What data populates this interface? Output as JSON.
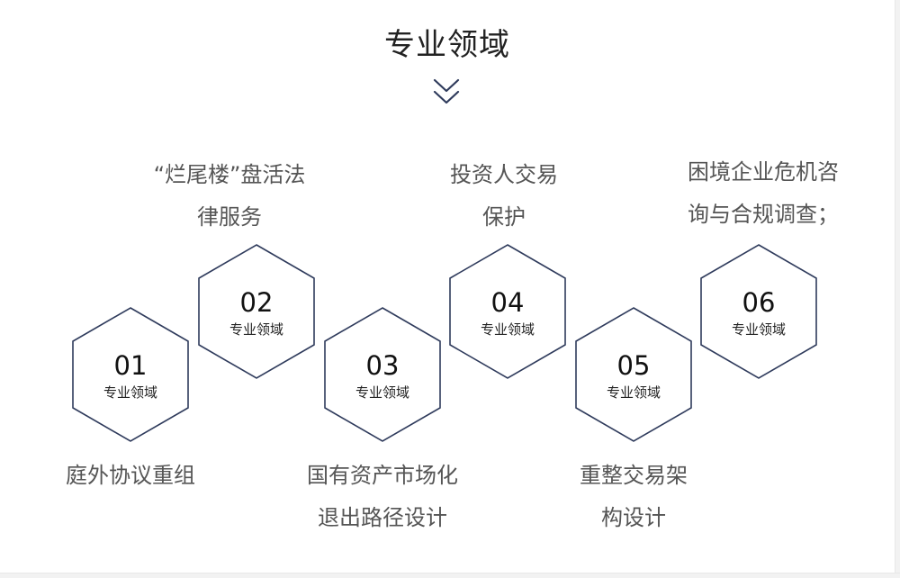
{
  "section": {
    "title": "专业领域"
  },
  "icons": {
    "chevron": "double-chevron-down-icon"
  },
  "colors": {
    "hex_stroke": "#2f3b5c",
    "title_text": "#222222",
    "caption_text": "#555555"
  },
  "items": [
    {
      "number": "01",
      "label": "专业领域",
      "caption_lines": [
        "庭外协议重组"
      ]
    },
    {
      "number": "02",
      "label": "专业领域",
      "caption_lines": [
        "“烂尾楼”盘活法",
        "律服务"
      ]
    },
    {
      "number": "03",
      "label": "专业领域",
      "caption_lines": [
        "国有资产市场化",
        "退出路径设计"
      ]
    },
    {
      "number": "04",
      "label": "专业领域",
      "caption_lines": [
        "投资人交易",
        "保护"
      ]
    },
    {
      "number": "05",
      "label": "专业领域",
      "caption_lines": [
        "重整交易架",
        "构设计"
      ]
    },
    {
      "number": "06",
      "label": "专业领域",
      "caption_lines": [
        "困境企业危机咨",
        "询与合规调查；"
      ]
    }
  ]
}
